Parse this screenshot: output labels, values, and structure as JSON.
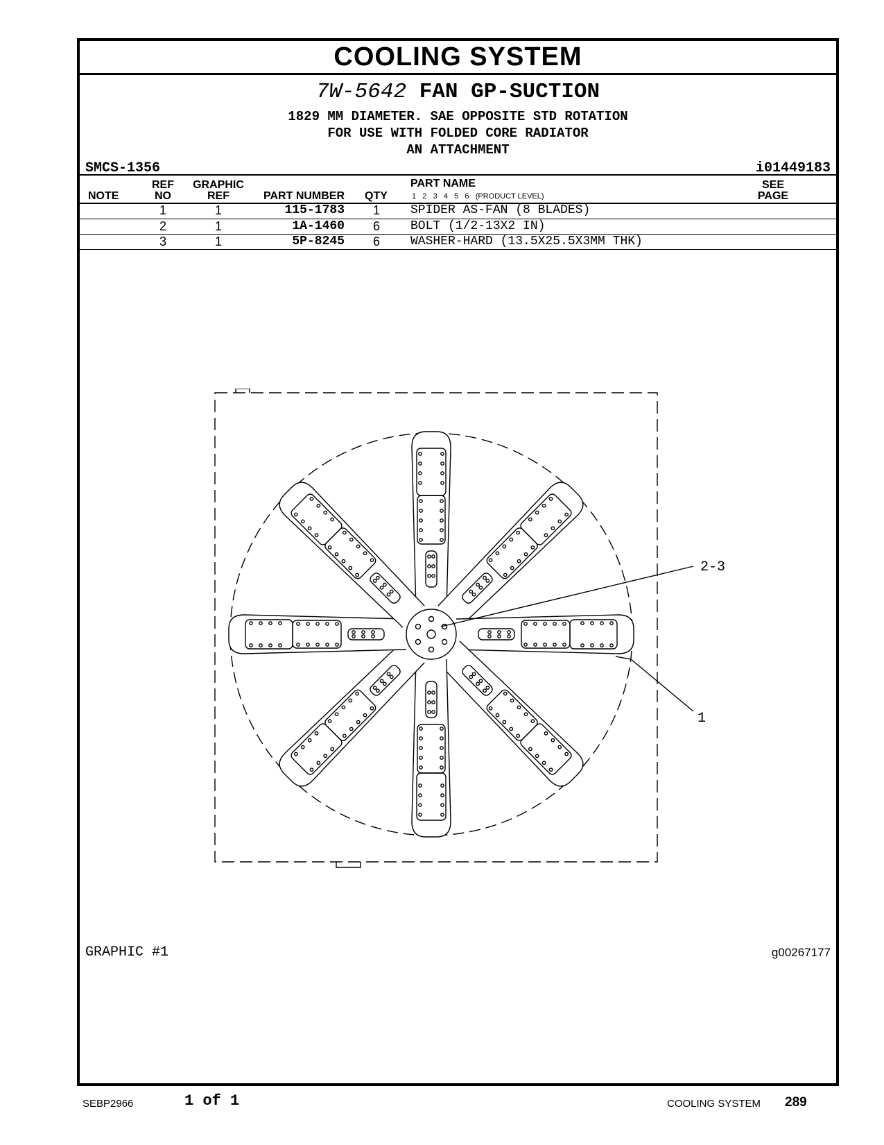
{
  "section_title": "COOLING SYSTEM",
  "group": {
    "part_number": "7W-5642",
    "name": "FAN GP-SUCTION",
    "description_lines": [
      "1829 MM DIAMETER. SAE OPPOSITE STD ROTATION",
      "FOR USE WITH FOLDED CORE RADIATOR",
      "AN ATTACHMENT"
    ]
  },
  "smcs": "SMCS-1356",
  "illustration_id": "i01449183",
  "table": {
    "headers": {
      "note": "NOTE",
      "ref_no_1": "REF",
      "ref_no_2": "NO",
      "graphic_ref_1": "GRAPHIC",
      "graphic_ref_2": "REF",
      "part_number": "PART NUMBER",
      "qty": "QTY",
      "part_name": "PART NAME",
      "product_levels": "1   2   3   4   5   6   (PRODUCT LEVEL)",
      "see_page_1": "SEE",
      "see_page_2": "PAGE"
    },
    "rows": [
      {
        "note": "",
        "ref_no": "1",
        "graphic_ref": "1",
        "part_number": "115-1783",
        "qty": "1",
        "part_name": "SPIDER AS-FAN (8 BLADES)",
        "see_page": ""
      },
      {
        "note": "",
        "ref_no": "2",
        "graphic_ref": "1",
        "part_number": "1A-1460",
        "qty": "6",
        "part_name": "BOLT (1/2-13X2 IN)",
        "see_page": ""
      },
      {
        "note": "",
        "ref_no": "3",
        "graphic_ref": "1",
        "part_number": "5P-8245",
        "qty": "6",
        "part_name": "WASHER-HARD (13.5X25.5X3MM THK)",
        "see_page": ""
      }
    ]
  },
  "callouts": {
    "c23": "2-3",
    "c1": "1"
  },
  "graphic_label": "GRAPHIC #1",
  "graphic_id": "g00267177",
  "footer": {
    "doc_number": "SEBP2966",
    "page_count": "1 of 1",
    "section": "COOLING SYSTEM",
    "page_number": "289"
  }
}
